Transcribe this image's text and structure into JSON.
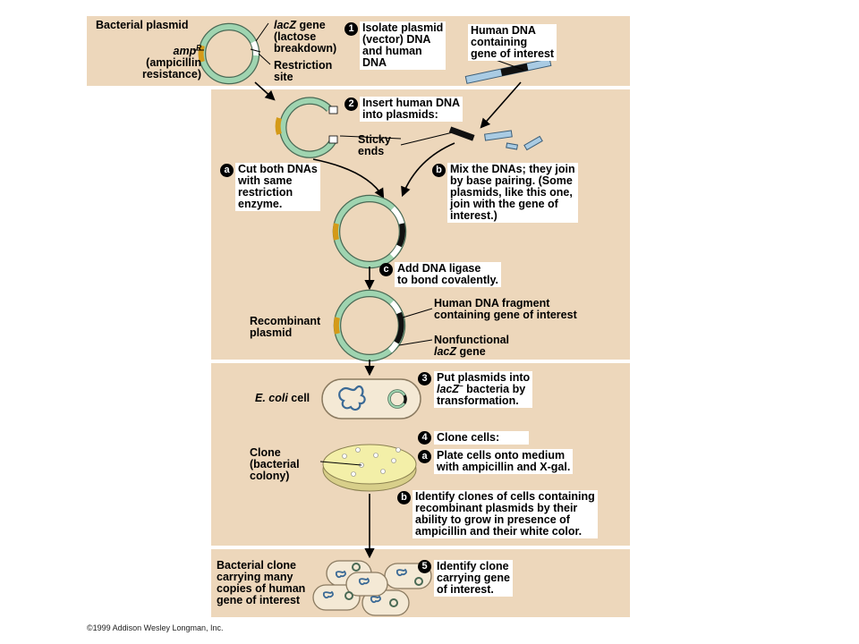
{
  "colors": {
    "panel": "#edd7bb",
    "plasmid": "#9fd4b0",
    "amp": "#d49a18",
    "human_dna": "#a9cbe3",
    "dish": "#f3efa8"
  },
  "steps": {
    "s1": {
      "num": "1",
      "text": "Isolate plasmid\n(vector) DNA\nand human\nDNA"
    },
    "s2": {
      "num": "2",
      "text": "Insert human DNA\ninto plasmids:"
    },
    "s2a": {
      "num": "a",
      "text": "Cut both DNAs\nwith same\nrestriction\nenzyme."
    },
    "s2b": {
      "num": "b",
      "text": "Mix the DNAs; they join\nby base pairing. (Some\nplasmids, like this one,\njoin with the gene of\ninterest.)"
    },
    "s2c": {
      "num": "c",
      "text": "Add DNA ligase\nto bond covalently."
    },
    "s3": {
      "num": "3",
      "text_a": "Put plasmids into",
      "lacz": "lacZ",
      "minus": "−",
      "text_b": " bacteria by\ntransformation."
    },
    "s4": {
      "num": "4",
      "text": "Clone cells:"
    },
    "s4a": {
      "num": "a",
      "text": "Plate cells onto medium\nwith ampicillin and X-gal."
    },
    "s4b": {
      "num": "b",
      "text": "Identify clones of cells containing\nrecombinant plasmids by their\nability to grow in presence of\nampicillin and their white color."
    },
    "s5": {
      "num": "5",
      "text": "Identify clone\ncarrying gene\nof interest."
    }
  },
  "labels": {
    "bacterial_plasmid": "Bacterial plasmid",
    "lacz_gene_it": "lacZ",
    "lacz_gene_rest": " gene\n(lactose\nbreakdown)",
    "restriction_site": "Restriction\nsite",
    "amp_it": "amp",
    "amp_sup": "R",
    "amp_rest": "(ampicillin\nresistance)",
    "human_dna": "Human DNA\ncontaining\ngene of interest",
    "sticky_ends": "Sticky\nends",
    "recombinant": "Recombinant\nplasmid",
    "human_fragment": "Human DNA fragment\ncontaining gene of interest",
    "nonfunctional": "Nonfunctional",
    "nonfunctional_lacz": "lacZ",
    "nonfunctional_gene": " gene",
    "ecoli_it": "E. coli",
    "ecoli_rest": " cell",
    "clone": "Clone\n(bacterial\ncolony)",
    "bacterial_clone": "Bacterial clone\ncarrying many\ncopies of human\ngene of interest"
  },
  "copyright": "©1999 Addison Wesley Longman, Inc."
}
